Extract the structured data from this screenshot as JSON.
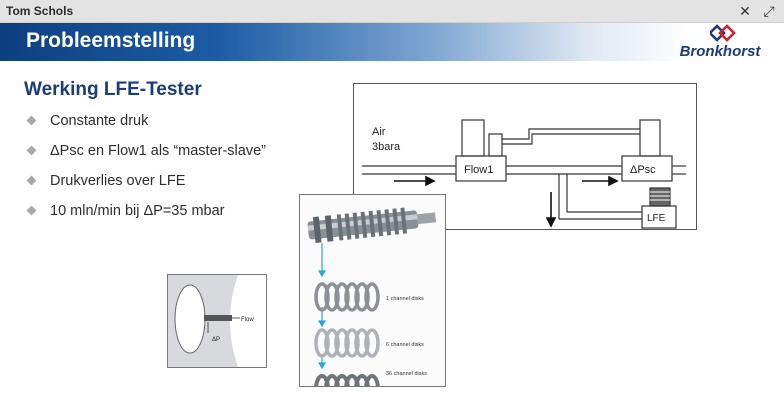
{
  "window": {
    "title": "Tom Schols",
    "close_icon": "close-icon",
    "expand_icon": "expand-icon"
  },
  "slide": {
    "title": "Probleemstelling",
    "logo_text": "Bronkhorst",
    "subtitle": "Werking LFE-Tester",
    "bullets": [
      "Constante druk",
      "ΔPsc en Flow1 als “master-slave”",
      "Drukverlies over LFE",
      "10 mln/min bij ΔP=35 mbar"
    ]
  },
  "diagram": {
    "air": "Air",
    "pressure": "3bara",
    "flow1": "Flow1",
    "dpsc": "ΔPsc",
    "lfe": "LFE"
  },
  "photo": {
    "label1": "1 channel disks",
    "label2": "6 channel disks",
    "label3": "36 channel disks"
  },
  "section": {
    "flow": "Flow",
    "dp": "ΔP"
  },
  "colors": {
    "brand_dark": "#0d3f80",
    "logo_red": "#d4202b",
    "text_blue": "#1c3b7a"
  }
}
